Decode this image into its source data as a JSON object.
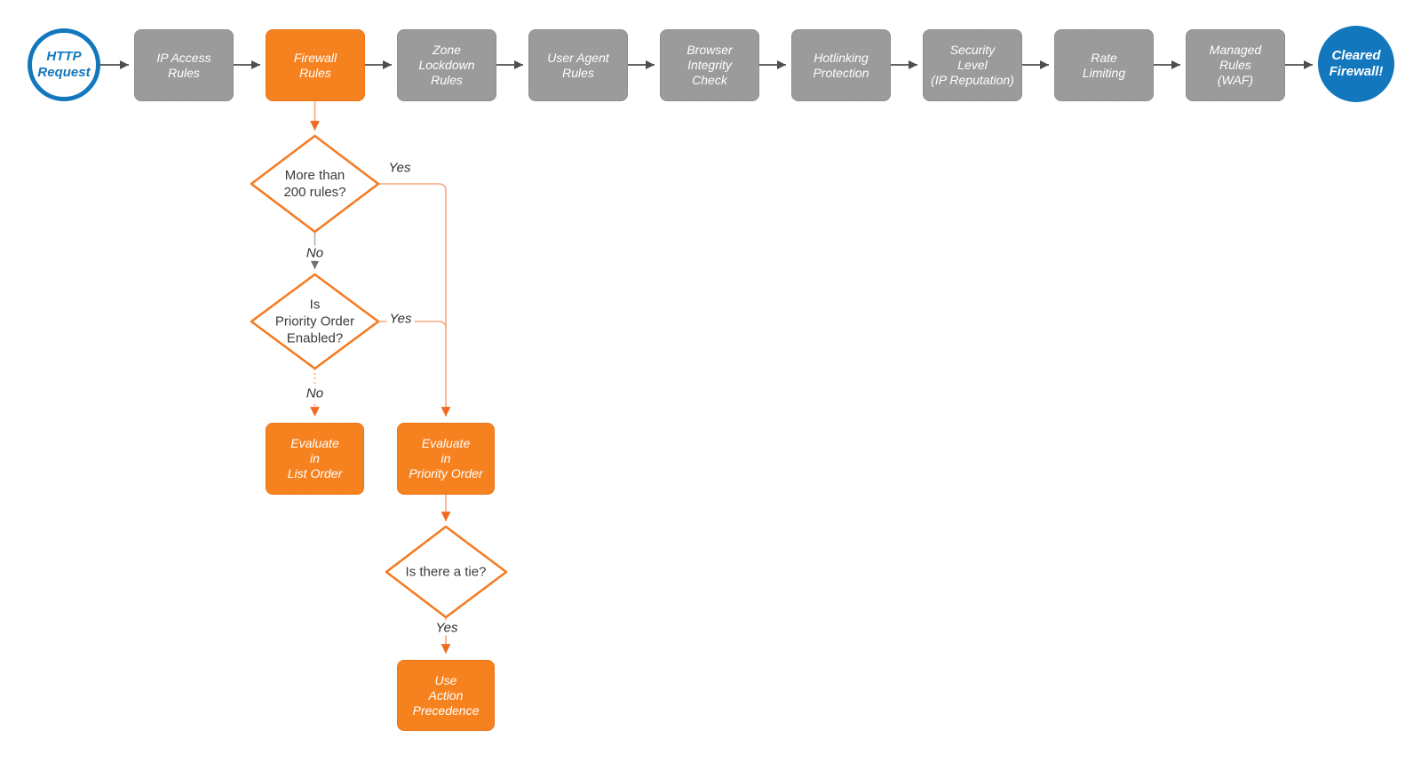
{
  "diagram": {
    "start_node": {
      "label": "HTTP\nRequest"
    },
    "end_node": {
      "label": "Cleared\nFirewall!"
    },
    "pipeline": [
      {
        "label": "IP Access\nRules",
        "variant": "gray"
      },
      {
        "label": "Firewall\nRules",
        "variant": "orange"
      },
      {
        "label": "Zone\nLockdown\nRules",
        "variant": "gray"
      },
      {
        "label": "User Agent\nRules",
        "variant": "gray"
      },
      {
        "label": "Browser\nIntegrity\nCheck",
        "variant": "gray"
      },
      {
        "label": "Hotlinking\nProtection",
        "variant": "gray"
      },
      {
        "label": "Security\nLevel\n(IP Reputation)",
        "variant": "gray"
      },
      {
        "label": "Rate\nLimiting",
        "variant": "gray"
      },
      {
        "label": "Managed\nRules\n(WAF)",
        "variant": "gray"
      }
    ],
    "decisions": [
      {
        "label": "More than\n200 rules?"
      },
      {
        "label": "Is\nPriority Order\nEnabled?"
      },
      {
        "label": "Is there a tie?"
      }
    ],
    "actions": [
      {
        "label": "Evaluate\nin\nList Order"
      },
      {
        "label": "Evaluate\nin\nPriority Order"
      },
      {
        "label": "Use\nAction\nPrecedence"
      }
    ],
    "edge_labels": {
      "d1_yes": "Yes",
      "d1_no": "No",
      "d2_yes": "Yes",
      "d2_no": "No",
      "d3_yes": "Yes"
    },
    "colors": {
      "orange": "#F6821F",
      "orange_stroke": "#F4791F",
      "orange_head": "#F26A21",
      "orange_line": "#F9A77E",
      "gray_fill": "#9B9B9B",
      "arrow_gray": "#4D4D4D",
      "no_line_gray": "#A9A9A9",
      "no_head_gray": "#707070",
      "blue": "#1277BD"
    }
  }
}
